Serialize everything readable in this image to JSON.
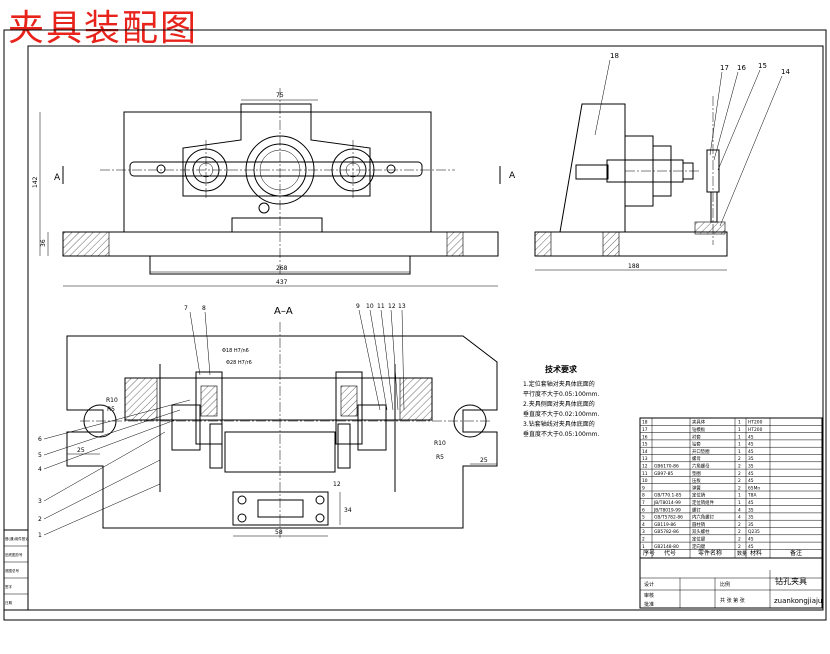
{
  "title": "夹具装配图",
  "view_labels": {
    "section": "A–A",
    "arrow_left": "A",
    "arrow_right": "A"
  },
  "front_view_dims": {
    "bore_width": "75",
    "height": "142",
    "base_height": "36",
    "inner_width": "268",
    "overall_width": "437"
  },
  "side_view_dims": {
    "depth": "188"
  },
  "section_dims": {
    "fit_upper": "Φ18 H7/n6",
    "fit_lower": "Φ28 H7/r6",
    "r_left": "R10",
    "r_left_inner": "R5",
    "r_right": "R10",
    "r_right_inner": "R5",
    "left_offset": "25",
    "right_offset": "25",
    "key_width": "58",
    "key_height": "34",
    "key_small": "12"
  },
  "balloons": {
    "side": [
      "18",
      "17",
      "16",
      "15",
      "14"
    ],
    "section_top": [
      "7",
      "8",
      "9",
      "10",
      "11",
      "12",
      "13"
    ],
    "section_left": [
      "6",
      "5",
      "4",
      "3",
      "2",
      "1"
    ]
  },
  "tech_req": {
    "heading": "技术要求",
    "items": [
      "1.定位套轴对夹具体底面的",
      "  平行度不大于0.05:100mm.",
      "2.夹具侧面对夹具体底面的",
      "  垂直度不大于0.02:100mm.",
      "3.钻套轴线对夹具体底面的",
      "  垂直度不大于0.05:100mm."
    ]
  },
  "bom": {
    "rows": [
      {
        "no": "18",
        "code": "",
        "name": "夹具体",
        "qty": "1",
        "mat": "HT200"
      },
      {
        "no": "17",
        "code": "",
        "name": "钻模板",
        "qty": "1",
        "mat": "HT200"
      },
      {
        "no": "16",
        "code": "",
        "name": "衬套",
        "qty": "1",
        "mat": "45"
      },
      {
        "no": "15",
        "code": "",
        "name": "钻套",
        "qty": "1",
        "mat": "45"
      },
      {
        "no": "14",
        "code": "",
        "name": "开口垫圈",
        "qty": "1",
        "mat": "45"
      },
      {
        "no": "13",
        "code": "",
        "name": "螺母",
        "qty": "2",
        "mat": "35"
      },
      {
        "no": "12",
        "code": "GB6170-86",
        "name": "六角螺母",
        "qty": "2",
        "mat": "35"
      },
      {
        "no": "11",
        "code": "GB97-85",
        "name": "垫圈",
        "qty": "2",
        "mat": "45"
      },
      {
        "no": "10",
        "code": "",
        "name": "压板",
        "qty": "2",
        "mat": "45"
      },
      {
        "no": "9",
        "code": "",
        "name": "弹簧",
        "qty": "2",
        "mat": "65Mn"
      },
      {
        "no": "8",
        "code": "GB/T70.1-85",
        "name": "定位销",
        "qty": "1",
        "mat": "T8A"
      },
      {
        "no": "7",
        "code": "JB/T8014-99",
        "name": "定位销组件",
        "qty": "1",
        "mat": "45"
      },
      {
        "no": "6",
        "code": "JB/T8019-99",
        "name": "螺钉",
        "qty": "4",
        "mat": "35"
      },
      {
        "no": "5",
        "code": "GB/T5782-86",
        "name": "内六角螺钉",
        "qty": "4",
        "mat": "35"
      },
      {
        "no": "4",
        "code": "GB119-86",
        "name": "圆柱销",
        "qty": "2",
        "mat": "35"
      },
      {
        "no": "3",
        "code": "GB5782-86",
        "name": "双头螺柱",
        "qty": "2",
        "mat": "Q235"
      },
      {
        "no": "2",
        "code": "",
        "name": "定位键",
        "qty": "2",
        "mat": "45"
      },
      {
        "no": "1",
        "code": "GB2148-80",
        "name": "定向键",
        "qty": "2",
        "mat": "45"
      }
    ],
    "header": {
      "no": "序号",
      "code": "代号",
      "name": "零件名称",
      "qty": "数量",
      "mat": "材料",
      "note": "备注"
    }
  },
  "title_block": {
    "drawing_name": "钻孔夹具",
    "drawing_no": "zuankongjiaju",
    "scale_label": "比例",
    "sheet_label": "共 张 第 张",
    "designer": "设计",
    "checker": "审核",
    "approver": "批准"
  },
  "side_strip": [
    "借(通)用件登记",
    "旧底图总号",
    "底图总号",
    "签字",
    "日期"
  ]
}
